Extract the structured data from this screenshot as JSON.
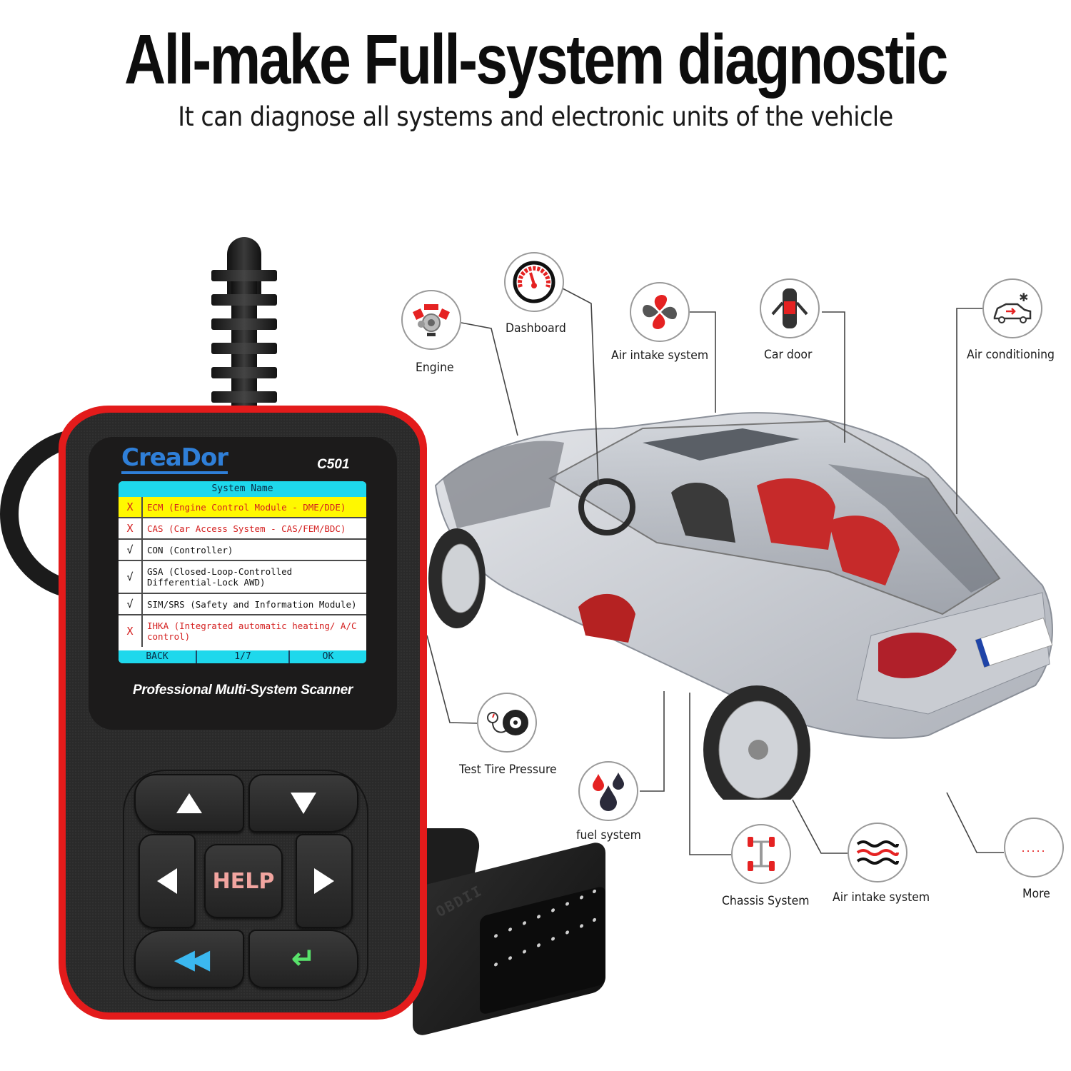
{
  "header": {
    "title": "All-make Full-system diagnostic",
    "subtitle": "It can diagnose all systems and electronic units of the vehicle"
  },
  "device": {
    "brand": "CreaDor",
    "model": "C501",
    "tagline": "Professional Multi-System Scanner",
    "colors": {
      "bezel_red": "#e31b1b",
      "body": "#2a2a2a",
      "screen_header": "#1ed8ec",
      "selected_row": "#fff800",
      "error_text": "#d42020"
    },
    "screen": {
      "header": "System Name",
      "rows": [
        {
          "mark": "X",
          "status": "error",
          "selected": true,
          "text": "ECM (Engine Control Module - DME/DDE)"
        },
        {
          "mark": "X",
          "status": "error",
          "selected": false,
          "text": "CAS (Car Access System - CAS/FEM/BDC)"
        },
        {
          "mark": "√",
          "status": "ok",
          "selected": false,
          "text": "CON (Controller)"
        },
        {
          "mark": "√",
          "status": "ok",
          "selected": false,
          "text": "GSA (Closed-Loop-Controlled Differential-Lock AWD)"
        },
        {
          "mark": "√",
          "status": "ok",
          "selected": false,
          "text": "SIM/SRS (Safety and Information Module)"
        },
        {
          "mark": "X",
          "status": "error",
          "selected": false,
          "text": "IHKA (Integrated automatic heating/ A/C control)"
        }
      ],
      "footer": {
        "back": "BACK",
        "page": "1/7",
        "ok": "OK"
      }
    },
    "keys": {
      "up": "up-arrow",
      "down": "down-arrow",
      "left": "left-arrow",
      "right": "right-arrow",
      "help": "HELP",
      "back": "rewind",
      "enter": "enter"
    },
    "connector_label": "OBDII"
  },
  "callouts": [
    {
      "id": "engine",
      "label": "Engine"
    },
    {
      "id": "dashboard",
      "label": "Dashboard"
    },
    {
      "id": "air-intake-top",
      "label": "Air intake system"
    },
    {
      "id": "car-door",
      "label": "Car door"
    },
    {
      "id": "air-conditioning",
      "label": "Air conditioning"
    },
    {
      "id": "tire-pressure",
      "label": "Test Tire Pressure"
    },
    {
      "id": "fuel",
      "label": "fuel system"
    },
    {
      "id": "chassis",
      "label": "Chassis System"
    },
    {
      "id": "air-intake-bottom",
      "label": "Air intake system"
    },
    {
      "id": "more",
      "label": "More"
    }
  ]
}
